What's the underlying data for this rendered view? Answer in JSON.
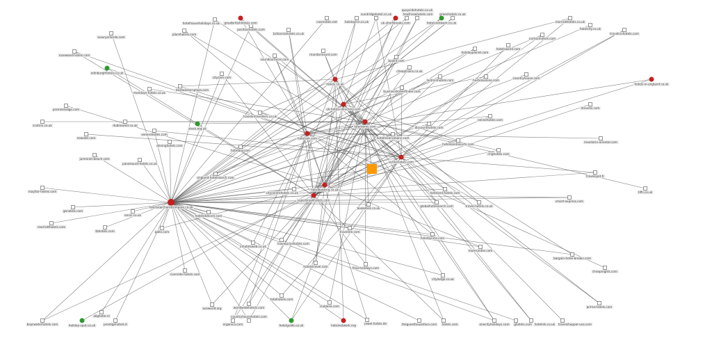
{
  "colors": {
    "hub": "#c62020",
    "green": "#2e9a2e",
    "focus": "#ff9900",
    "edge": "#555555"
  },
  "nodes": [
    {
      "id": "h0",
      "label": "hotelsearchandcompare.co.uk",
      "kind": "red",
      "links": []
    },
    {
      "id": "h1",
      "label": "hotelsuk.com",
      "kind": "red",
      "links": [
        "h0"
      ]
    },
    {
      "id": "h2",
      "label": "hotels.co.uk",
      "kind": "red",
      "links": [
        "h0",
        "h4"
      ]
    },
    {
      "id": "h3",
      "label": "uk-hotels-directory.com",
      "kind": "red",
      "links": [
        "h0",
        "h5"
      ]
    },
    {
      "id": "h4",
      "label": "laterooms.com",
      "kind": "red",
      "links": [
        "h0",
        "h1",
        "h6"
      ]
    },
    {
      "id": "h5",
      "label": "activehotels.com",
      "kind": "red",
      "links": [
        "h0",
        "h1",
        "h7"
      ]
    },
    {
      "id": "h6",
      "label": "hotelbooking.co.uk",
      "kind": "red",
      "links": [
        "h0",
        "h2"
      ]
    },
    {
      "id": "h7",
      "label": "superbreakhotels.com",
      "kind": "red",
      "links": [
        "h0",
        "h3",
        "h1"
      ]
    },
    {
      "id": "f0",
      "label": "",
      "kind": "orange",
      "links": [
        "h0",
        "h1",
        "h4",
        "h5",
        "h7"
      ]
    },
    {
      "id": "r1",
      "label": "greatbritishhotels.com",
      "kind": "red",
      "links": [
        "h5",
        "h1"
      ]
    },
    {
      "id": "r2",
      "label": "uk-shortbreaks.com",
      "kind": "red",
      "links": [
        "h0",
        "h6",
        "h7"
      ]
    },
    {
      "id": "r3",
      "label": "hotels-in-england.co.uk",
      "kind": "red",
      "links": [
        "h1",
        "h5"
      ]
    },
    {
      "id": "r4",
      "label": "hotelnetwork.org",
      "kind": "red",
      "links": [
        "h0",
        "h2"
      ]
    },
    {
      "id": "g1",
      "label": "edinburghhotels.co.uk",
      "kind": "green",
      "links": [
        "h1",
        "h7"
      ]
    },
    {
      "id": "g2",
      "label": "stock.org.uk",
      "kind": "green",
      "links": [
        "h4"
      ]
    },
    {
      "id": "g3",
      "label": "hotelsnetwork.co.uk",
      "kind": "green",
      "links": [
        "h0",
        "h3"
      ]
    },
    {
      "id": "g4",
      "label": "holiday-spot.co.uk",
      "kind": "green",
      "links": [
        "h6"
      ]
    },
    {
      "id": "g5",
      "label": "hotelguide.co.uk",
      "kind": "green",
      "links": [
        "h0",
        "h5",
        "h4"
      ]
    },
    {
      "id": "s1",
      "label": "hotelhouseholidays.co.uk",
      "kind": "square",
      "links": [
        "h0",
        "h4"
      ]
    },
    {
      "id": "s2",
      "label": "positivehotels.com",
      "kind": "square",
      "links": [
        "h0",
        "h5"
      ]
    },
    {
      "id": "s3",
      "label": "britanniahotels.co.uk",
      "kind": "square",
      "links": [
        "h7",
        "h1"
      ]
    },
    {
      "id": "s4",
      "label": "cosmotels.net",
      "kind": "square",
      "links": [
        "h0"
      ]
    },
    {
      "id": "s5",
      "label": "luxuryorlando.com",
      "kind": "square",
      "links": [
        "h0"
      ]
    },
    {
      "id": "s6",
      "label": "placehotels.com",
      "kind": "square",
      "links": [
        "h1",
        "h5"
      ]
    },
    {
      "id": "s7",
      "label": "rosewood-hotels.com",
      "kind": "square",
      "links": [
        "h1",
        "h7"
      ]
    },
    {
      "id": "s8",
      "label": "mondays-hotels.co.uk",
      "kind": "square",
      "links": [
        "h4"
      ]
    },
    {
      "id": "s9",
      "label": "bestwesternplaza.com",
      "kind": "square",
      "links": [
        "h2",
        "h5"
      ]
    },
    {
      "id": "s10",
      "label": "citysam.com",
      "kind": "square",
      "links": [
        "h0",
        "h7"
      ]
    },
    {
      "id": "s11",
      "label": "soundsurfaces.com",
      "kind": "square",
      "links": [
        "h1",
        "h5",
        "h6"
      ]
    },
    {
      "id": "s12",
      "label": "mandarinsunt.com",
      "kind": "square",
      "links": [
        "h2",
        "h3"
      ]
    },
    {
      "id": "s13",
      "label": "premierlodge.com",
      "kind": "square",
      "links": [
        "h6"
      ]
    },
    {
      "id": "s14",
      "label": "scotinn.co.uk",
      "kind": "square",
      "links": [
        "h4"
      ]
    },
    {
      "id": "s15",
      "label": "dublinwest.co.uk",
      "kind": "square",
      "links": [
        "h4"
      ]
    },
    {
      "id": "s16",
      "label": "newotel.com",
      "kind": "square",
      "links": [
        "h5"
      ]
    },
    {
      "id": "s17",
      "label": "venerehotels.com",
      "kind": "square",
      "links": [
        "h0",
        "h5"
      ]
    },
    {
      "id": "s18",
      "label": "devinghotels.com",
      "kind": "square",
      "links": [
        "h0"
      ]
    },
    {
      "id": "s19",
      "label": "jumeirah-beach.com",
      "kind": "square",
      "links": [
        "h0"
      ]
    },
    {
      "id": "s20",
      "label": "paramount-hotels.co.uk",
      "kind": "square",
      "links": [
        "h0"
      ]
    },
    {
      "id": "s21",
      "label": "travelintravellers.co.uk",
      "kind": "square",
      "links": [
        "h2",
        "h5"
      ]
    },
    {
      "id": "s22",
      "label": "hotelbay.com",
      "kind": "square",
      "links": [
        "h1"
      ]
    },
    {
      "id": "s23",
      "label": "england-hotelsearch.com",
      "kind": "square",
      "links": [
        "h1",
        "h4"
      ]
    },
    {
      "id": "s24",
      "label": "holidayinn.co.uk",
      "kind": "square",
      "links": [
        "h2",
        "h7"
      ]
    },
    {
      "id": "s25",
      "label": "sundridgehotel.co.uk",
      "kind": "square",
      "links": [
        "h3",
        "h5"
      ]
    },
    {
      "id": "s26",
      "label": "heathrowhotels.com",
      "kind": "square",
      "links": [
        "h0",
        "h7"
      ]
    },
    {
      "id": "s27",
      "label": "quaysidehotels.co.uk",
      "kind": "square",
      "links": [
        "h4",
        "h6"
      ]
    },
    {
      "id": "s28",
      "label": "greenhotels.co.uk",
      "kind": "square",
      "links": [
        "h1",
        "h3"
      ]
    },
    {
      "id": "s29",
      "label": "marriotthotels.co.uk",
      "kind": "square",
      "links": [
        "h2",
        "h5"
      ]
    },
    {
      "id": "s30",
      "label": "hotelcity.co.uk",
      "kind": "square",
      "links": [
        "h4"
      ]
    },
    {
      "id": "s31",
      "label": "travelinnhotels.com",
      "kind": "square",
      "links": [
        "h5",
        "h7"
      ]
    },
    {
      "id": "s32",
      "label": "holidayplanet.com",
      "kind": "square",
      "links": [
        "h4",
        "h1"
      ]
    },
    {
      "id": "s33",
      "label": "hotelsworld.com",
      "kind": "square",
      "links": [
        "h5"
      ]
    },
    {
      "id": "s34",
      "label": "carlsonhotels.com",
      "kind": "square",
      "links": [
        "h1",
        "h7"
      ]
    },
    {
      "id": "s35",
      "label": "bookit.com",
      "kind": "square",
      "links": [
        "h7",
        "h0"
      ]
    },
    {
      "id": "s36",
      "label": "cheaptrains.co.uk",
      "kind": "square",
      "links": [
        "h0",
        "h6"
      ]
    },
    {
      "id": "s37",
      "label": "lastminhotels.com",
      "kind": "square",
      "links": [
        "h1",
        "h6"
      ]
    },
    {
      "id": "s38",
      "label": "hostelsonline.com",
      "kind": "square",
      "links": [
        "h3",
        "h7"
      ]
    },
    {
      "id": "s39",
      "label": "countryhouse.com",
      "kind": "square",
      "links": [
        "h0"
      ]
    },
    {
      "id": "s40",
      "label": "businesshotelsfinder.com",
      "kind": "square",
      "links": [
        "h5",
        "h7"
      ]
    },
    {
      "id": "s41",
      "label": "itravelsi.com",
      "kind": "square",
      "links": [
        "h7"
      ]
    },
    {
      "id": "s42",
      "label": "onlinehotels.com",
      "kind": "square",
      "links": [
        "h1",
        "h6"
      ]
    },
    {
      "id": "s43",
      "label": "discounthotels.com",
      "kind": "square",
      "links": [
        "h0",
        "h6"
      ]
    },
    {
      "id": "s44",
      "label": "hotelreservations.com",
      "kind": "square",
      "links": [
        "h0",
        "h1"
      ]
    },
    {
      "id": "s45",
      "label": "hotelsandresorts.com",
      "kind": "square",
      "links": [
        "h3",
        "h7"
      ]
    },
    {
      "id": "s46",
      "label": "ringhotels.com",
      "kind": "square",
      "links": [
        "h4",
        "h6"
      ]
    },
    {
      "id": "s47",
      "label": "mandarin-oriental.com",
      "kind": "square",
      "links": [
        "h1"
      ]
    },
    {
      "id": "s48",
      "label": "travelspot.fr",
      "kind": "square",
      "links": [
        "h5",
        "h0"
      ]
    },
    {
      "id": "s49",
      "label": "tiffs.co.uk",
      "kind": "square",
      "links": [
        "h4"
      ]
    },
    {
      "id": "s50",
      "label": "smart-express.com",
      "kind": "square",
      "links": [
        "h0",
        "h7"
      ]
    },
    {
      "id": "s51",
      "label": "hoteland-hotels.com",
      "kind": "square",
      "links": [
        "h0",
        "h2"
      ]
    },
    {
      "id": "s52",
      "label": "globalhotelsearch.com",
      "kind": "square",
      "links": [
        "h0",
        "h3"
      ]
    },
    {
      "id": "s53",
      "label": "travel-hotels.co.uk",
      "kind": "square",
      "links": [
        "h2",
        "h5"
      ]
    },
    {
      "id": "s54",
      "label": "bookotels.co.uk",
      "kind": "square",
      "links": [
        "h4",
        "h0"
      ]
    },
    {
      "id": "s55",
      "label": "holidayinns.com",
      "kind": "square",
      "links": [
        "h0",
        "h1"
      ]
    },
    {
      "id": "s56",
      "label": "roomsindex.com",
      "kind": "square",
      "links": [
        "h0",
        "h6"
      ]
    },
    {
      "id": "s57",
      "label": "bargain-hotel-breaks.com",
      "kind": "square",
      "links": [
        "h0",
        "h4"
      ]
    },
    {
      "id": "s58",
      "label": "cheapnights.com",
      "kind": "square",
      "links": [
        "h1"
      ]
    },
    {
      "id": "s59",
      "label": "citylodge.co.uk",
      "kind": "square",
      "links": [
        "h0",
        "h2"
      ]
    },
    {
      "id": "s60",
      "label": "prima-hotels.com",
      "kind": "square",
      "links": [
        "h3",
        "h5"
      ]
    },
    {
      "id": "s61",
      "label": "jewel-hotels.de",
      "kind": "square",
      "links": [
        "h0",
        "h1"
      ]
    },
    {
      "id": "s62",
      "label": "theguesthouseface.com",
      "kind": "square",
      "links": [
        "h0"
      ]
    },
    {
      "id": "s63",
      "label": "hotels.com",
      "kind": "square",
      "links": [
        "h4",
        "h7"
      ]
    },
    {
      "id": "s64",
      "label": "onecityholidays.com",
      "kind": "square",
      "links": [
        "h2",
        "h3",
        "h0"
      ]
    },
    {
      "id": "s65",
      "label": "ghotels.com",
      "kind": "square",
      "links": [
        "h0"
      ]
    },
    {
      "id": "s66",
      "label": "hotelink.co.uk",
      "kind": "square",
      "links": [
        "h4",
        "h5"
      ]
    },
    {
      "id": "s67",
      "label": "travelshopper-usa.com",
      "kind": "square",
      "links": [
        "h5"
      ]
    },
    {
      "id": "s68",
      "label": "mayfair-hotels.com",
      "kind": "square",
      "links": [
        "h0"
      ]
    },
    {
      "id": "s69",
      "label": "genotels.com",
      "kind": "square",
      "links": [
        "h0"
      ]
    },
    {
      "id": "s70",
      "label": "marriotthotels.com",
      "kind": "square",
      "links": [
        "h0"
      ]
    },
    {
      "id": "s71",
      "label": "tbhotels.com",
      "kind": "square",
      "links": [
        "h0"
      ]
    },
    {
      "id": "s72",
      "label": "ennis.co.uk",
      "kind": "square",
      "links": [
        "h0"
      ]
    },
    {
      "id": "s73",
      "label": "gallo.com",
      "kind": "square",
      "links": [
        "h0",
        "h6"
      ]
    },
    {
      "id": "s74",
      "label": "hotelsdotcom.com",
      "kind": "square",
      "links": [
        "h0"
      ]
    },
    {
      "id": "s75",
      "label": "riverside-hotels.com",
      "kind": "square",
      "links": [
        "h0"
      ]
    },
    {
      "id": "s76",
      "label": "aceworld.org",
      "kind": "square",
      "links": [
        "h0",
        "h7"
      ]
    },
    {
      "id": "s77",
      "label": "bayswaterhotels.com",
      "kind": "square",
      "links": [
        "h0",
        "h7"
      ]
    },
    {
      "id": "s78",
      "label": "allghotel.nl",
      "kind": "square",
      "links": [
        "h0"
      ]
    },
    {
      "id": "s79",
      "label": "prestigehotels.it",
      "kind": "square",
      "links": [
        "h0"
      ]
    },
    {
      "id": "s80",
      "label": "organica.com",
      "kind": "square",
      "links": [
        "h1",
        "h4"
      ]
    },
    {
      "id": "s81",
      "label": "countryhousehotels.com",
      "kind": "square",
      "links": [
        "h0",
        "h6"
      ]
    },
    {
      "id": "s82",
      "label": "worldwidehotels.com",
      "kind": "square",
      "links": [
        "h1",
        "h7"
      ]
    },
    {
      "id": "s83",
      "label": "totalhotels.com",
      "kind": "square",
      "links": [
        "h0",
        "h5"
      ]
    },
    {
      "id": "s84",
      "label": "clublane.com",
      "kind": "square",
      "links": [
        "h0",
        "h4"
      ]
    },
    {
      "id": "s85",
      "label": "hotelstravel.com",
      "kind": "square",
      "links": [
        "h6",
        "h3"
      ]
    },
    {
      "id": "s86",
      "label": "inhotelsweb.co.uk",
      "kind": "square",
      "links": [
        "h0",
        "h1"
      ]
    },
    {
      "id": "s87",
      "label": "travelpricehotels.com",
      "kind": "square",
      "links": [
        "h4",
        "h6"
      ]
    },
    {
      "id": "s88",
      "label": "citycentrehotels.co.uk",
      "kind": "square",
      "links": [
        "h2",
        "h0"
      ]
    },
    {
      "id": "s89",
      "label": "traveline.com",
      "kind": "square",
      "links": [
        "h0",
        "h5"
      ]
    },
    {
      "id": "s90",
      "label": "final-holidays.com",
      "kind": "square",
      "links": [
        "h4",
        "h7"
      ]
    }
  ]
}
